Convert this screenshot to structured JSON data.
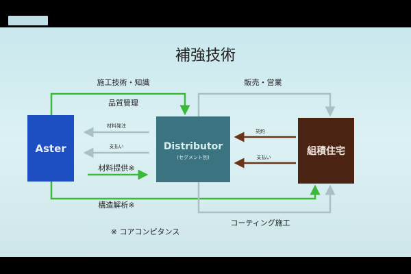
{
  "slide": {
    "title": "補強技術",
    "nodes": {
      "aster": "Aster",
      "distributor": "Distributor",
      "distributor_sub": "(セグメント別)",
      "masonry": "組積住宅"
    },
    "edges": {
      "tech_knowledge": "施工技術・知識",
      "quality_control": "品質管理",
      "sales": "販売・営業",
      "material_order": "材料発注",
      "payment_to_aster": "支払い",
      "material_supply": "材料提供※",
      "contract": "契約",
      "payment_to_distributor": "支払い",
      "structural_analysis": "構造解析※",
      "coating": "コーティング施工"
    },
    "footnote": "※ コアコンピタンス",
    "colors": {
      "aster": "#1e4fc2",
      "distributor": "#3b7480",
      "masonry": "#4a2312",
      "green": "#3cb83a",
      "gray": "#9fb8bd",
      "brown": "#6b3418",
      "slide_bg": "#d6eef1"
    }
  }
}
